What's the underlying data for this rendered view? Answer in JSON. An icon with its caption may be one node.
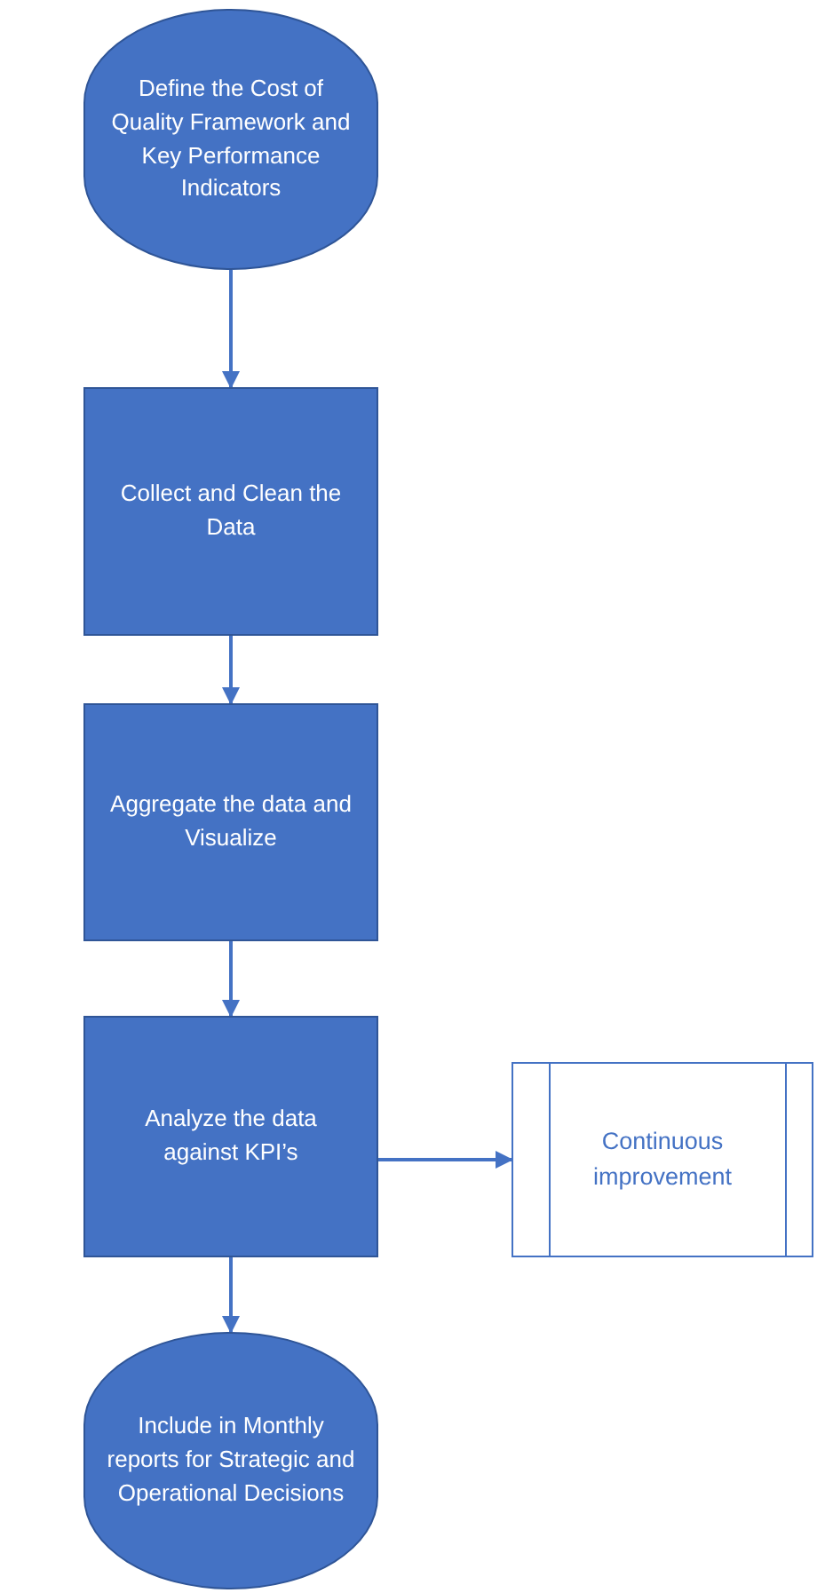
{
  "diagram": {
    "nodes": [
      {
        "text": [
          "Define the Cost of Quality Framework and Key Performance Indicators"
        ]
      },
      {
        "text": [
          "Collect and Clean the Data"
        ]
      },
      {
        "text": [
          "Aggregate the data and Visualize"
        ]
      },
      {
        "text": [
          "Analyze the data against KPI’s"
        ]
      },
      {
        "text": [
          "Continuous improvement"
        ]
      },
      {
        "text": [
          "Include in Monthly reports for Strategic and Operational Decisions"
        ]
      }
    ],
    "edges": [
      {
        "from": 0,
        "to": 1,
        "arrow": "to"
      },
      {
        "from": 1,
        "to": 2,
        "arrow": "to"
      },
      {
        "from": 2,
        "to": 3,
        "arrow": "to"
      },
      {
        "from": 3,
        "to": 4,
        "arrow": "to"
      },
      {
        "from": 3,
        "to": 5,
        "arrow": "to"
      }
    ]
  }
}
